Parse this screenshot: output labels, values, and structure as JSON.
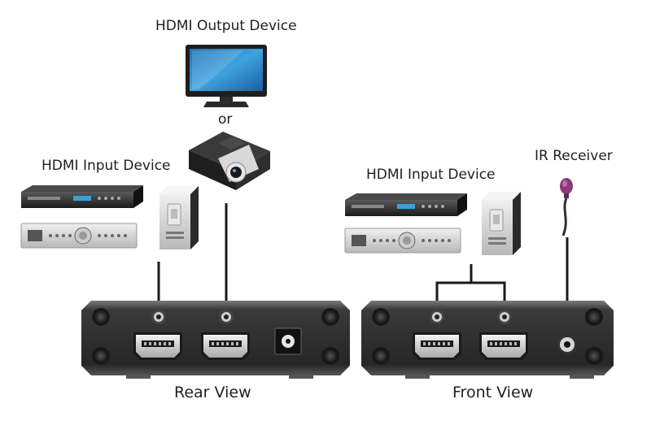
{
  "labels": {
    "output_device": "HDMI Output Device",
    "or": "or",
    "input_device_left": "HDMI Input Device",
    "input_device_right": "HDMI Input Device",
    "ir_receiver": "IR Receiver",
    "rear_view": "Rear View",
    "front_view": "Front View"
  },
  "colors": {
    "panel_dark": "#2a2a2a",
    "panel_light": "#6a6a6a",
    "port_metal": "#d8d8d8",
    "line": "#1a1a1a",
    "monitor_screen": "#3a98d8",
    "ir_bulb": "#8a3a78"
  }
}
